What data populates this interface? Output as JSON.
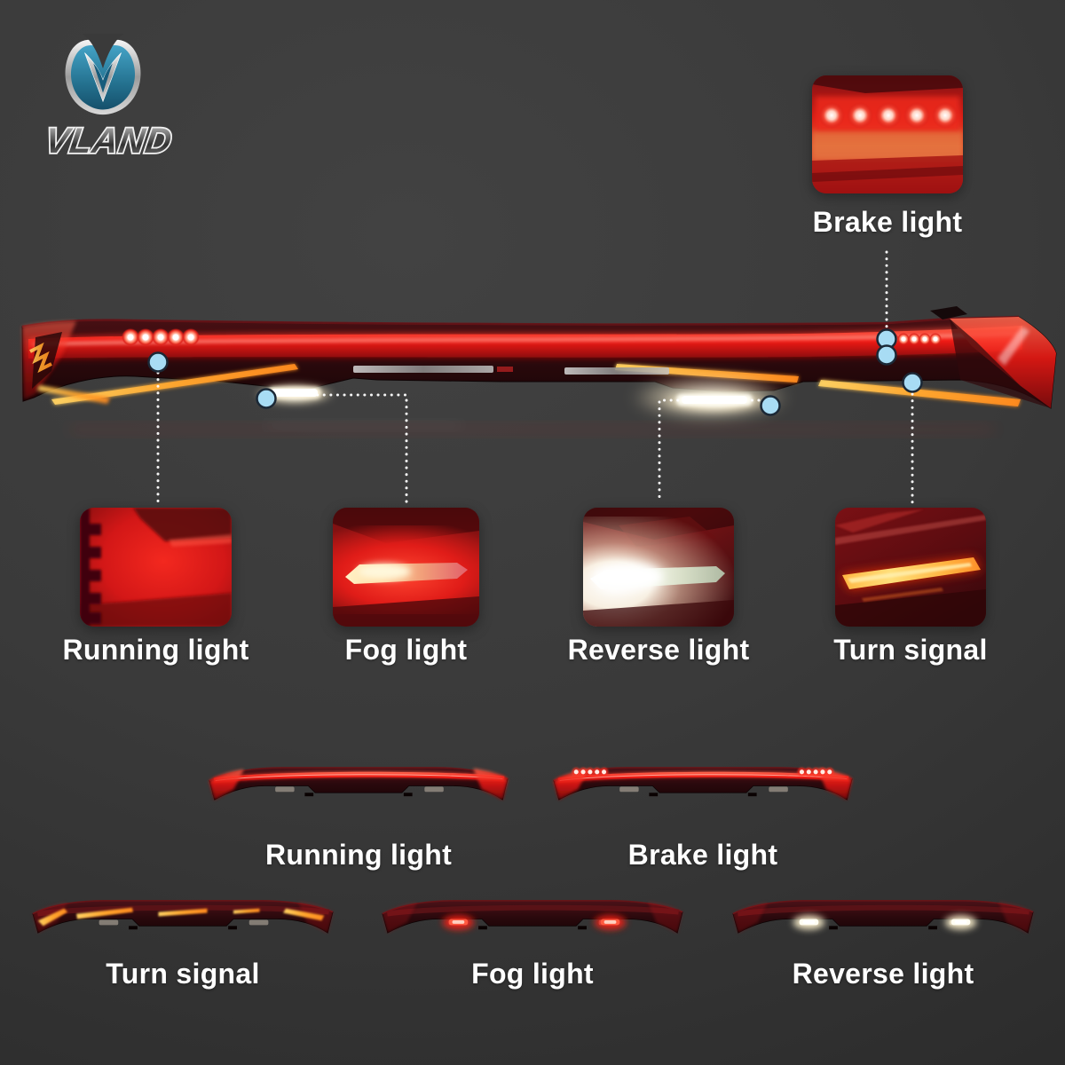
{
  "brand": {
    "name": "VLAND"
  },
  "theme": {
    "background": "#3a3a3a",
    "label_color": "#ffffff",
    "marker_fill": "#a8dcf4",
    "marker_border": "#1b2836",
    "dotted_line_color": "#ffffff",
    "brake_red": "#e8231c",
    "amber": "#ffb13d",
    "reverse_white": "#fdf6e3"
  },
  "callouts": [
    {
      "id": "brake",
      "label": "Brake light"
    },
    {
      "id": "running",
      "label": "Running light"
    },
    {
      "id": "fog",
      "label": "Fog light"
    },
    {
      "id": "reverse",
      "label": "Reverse light"
    },
    {
      "id": "turn",
      "label": "Turn signal"
    }
  ],
  "gallery": {
    "row1": [
      {
        "id": "running",
        "label": "Running light"
      },
      {
        "id": "brake",
        "label": "Brake light"
      }
    ],
    "row2": [
      {
        "id": "turn",
        "label": "Turn signal"
      },
      {
        "id": "fog",
        "label": "Fog light"
      },
      {
        "id": "reverse",
        "label": "Reverse light"
      }
    ]
  }
}
